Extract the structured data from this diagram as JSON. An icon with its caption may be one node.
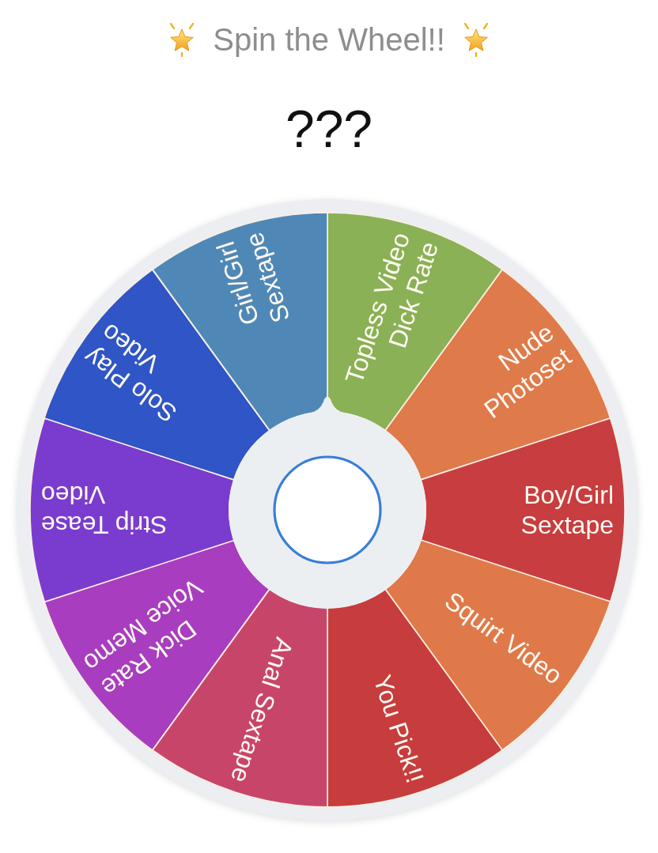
{
  "diagram": {
    "title": "Spin the Wheel!!",
    "nodes": [
      {
        "text": [
          "Topless Video Dick Rate"
        ]
      },
      {
        "text": [
          "Nude Photoset"
        ]
      },
      {
        "text": [
          "Boy/Girl Sextape"
        ]
      },
      {
        "text": [
          "Squirt Video"
        ]
      },
      {
        "text": [
          "You Pick!!"
        ]
      },
      {
        "text": [
          "Anal Sextape"
        ]
      },
      {
        "text": [
          "Dick Rate Voice Memo"
        ]
      },
      {
        "text": [
          "Strip Tease Video"
        ]
      },
      {
        "text": [
          "Solo Play Video"
        ]
      },
      {
        "text": [
          "Girl/Girl Sextape"
        ]
      }
    ],
    "labels": [
      "???"
    ]
  }
}
